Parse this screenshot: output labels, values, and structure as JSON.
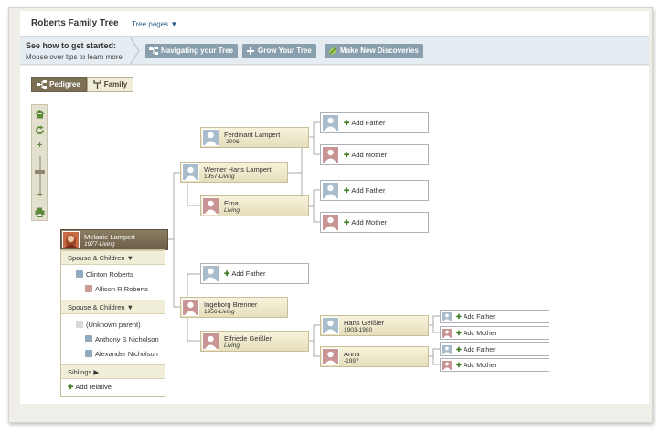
{
  "header": {
    "title": "Roberts Family Tree",
    "tree_pages": "Tree pages ▼"
  },
  "tips": {
    "heading": "See how to get started:",
    "subheading": "Mouse over tips to learn more",
    "buttons": [
      "Navigating your Tree",
      "Grow Your Tree",
      "Make New Discoveries"
    ]
  },
  "view_toggle": {
    "pedigree": "Pedigree",
    "family": "Family"
  },
  "zoom_icons": [
    "home-icon",
    "refresh-icon",
    "zoom-in-icon",
    "zoom-slider",
    "zoom-out-icon",
    "print-icon"
  ],
  "root": {
    "name": "Melanie Lampert",
    "dates": "1977-Living"
  },
  "panel": {
    "spouse_children_1": "Spouse & Children ▼",
    "spouse_1": "Clinton Roberts",
    "child_1": "Allison R Roberts",
    "spouse_children_2": "Spouse & Children ▼",
    "spouse_2": "(Unknown parent)",
    "child_2a": "Anthony S Nicholson",
    "child_2b": "Alexander Nicholson",
    "siblings": "Siblings ▶",
    "add_relative": "Add relative"
  },
  "father": {
    "name": "Werner Hans Lampert",
    "dates_prefix": "1957-",
    "dates_living": "Living"
  },
  "mother": {
    "name": "Ingeborg Brenner",
    "dates_prefix": "1956-",
    "dates_living": "Living"
  },
  "paternal_grandfather": {
    "name": "Ferdinant Lampert",
    "dates": "-2006"
  },
  "paternal_grandmother": {
    "name": "Erna",
    "dates": "Living"
  },
  "maternal_grandmother": {
    "name": "Elfriede Geißler",
    "dates": "Living"
  },
  "great_grandfather": {
    "name": "Hans Geißler",
    "dates": "1903-1980"
  },
  "great_grandmother": {
    "name": "Anna",
    "dates": "-1997"
  },
  "add": {
    "father": "Add Father",
    "mother": "Add Mother"
  },
  "colors": {
    "accent_green": "#3c7a23",
    "selected": "#7b6f55",
    "tip_button": "#8a9fae"
  }
}
